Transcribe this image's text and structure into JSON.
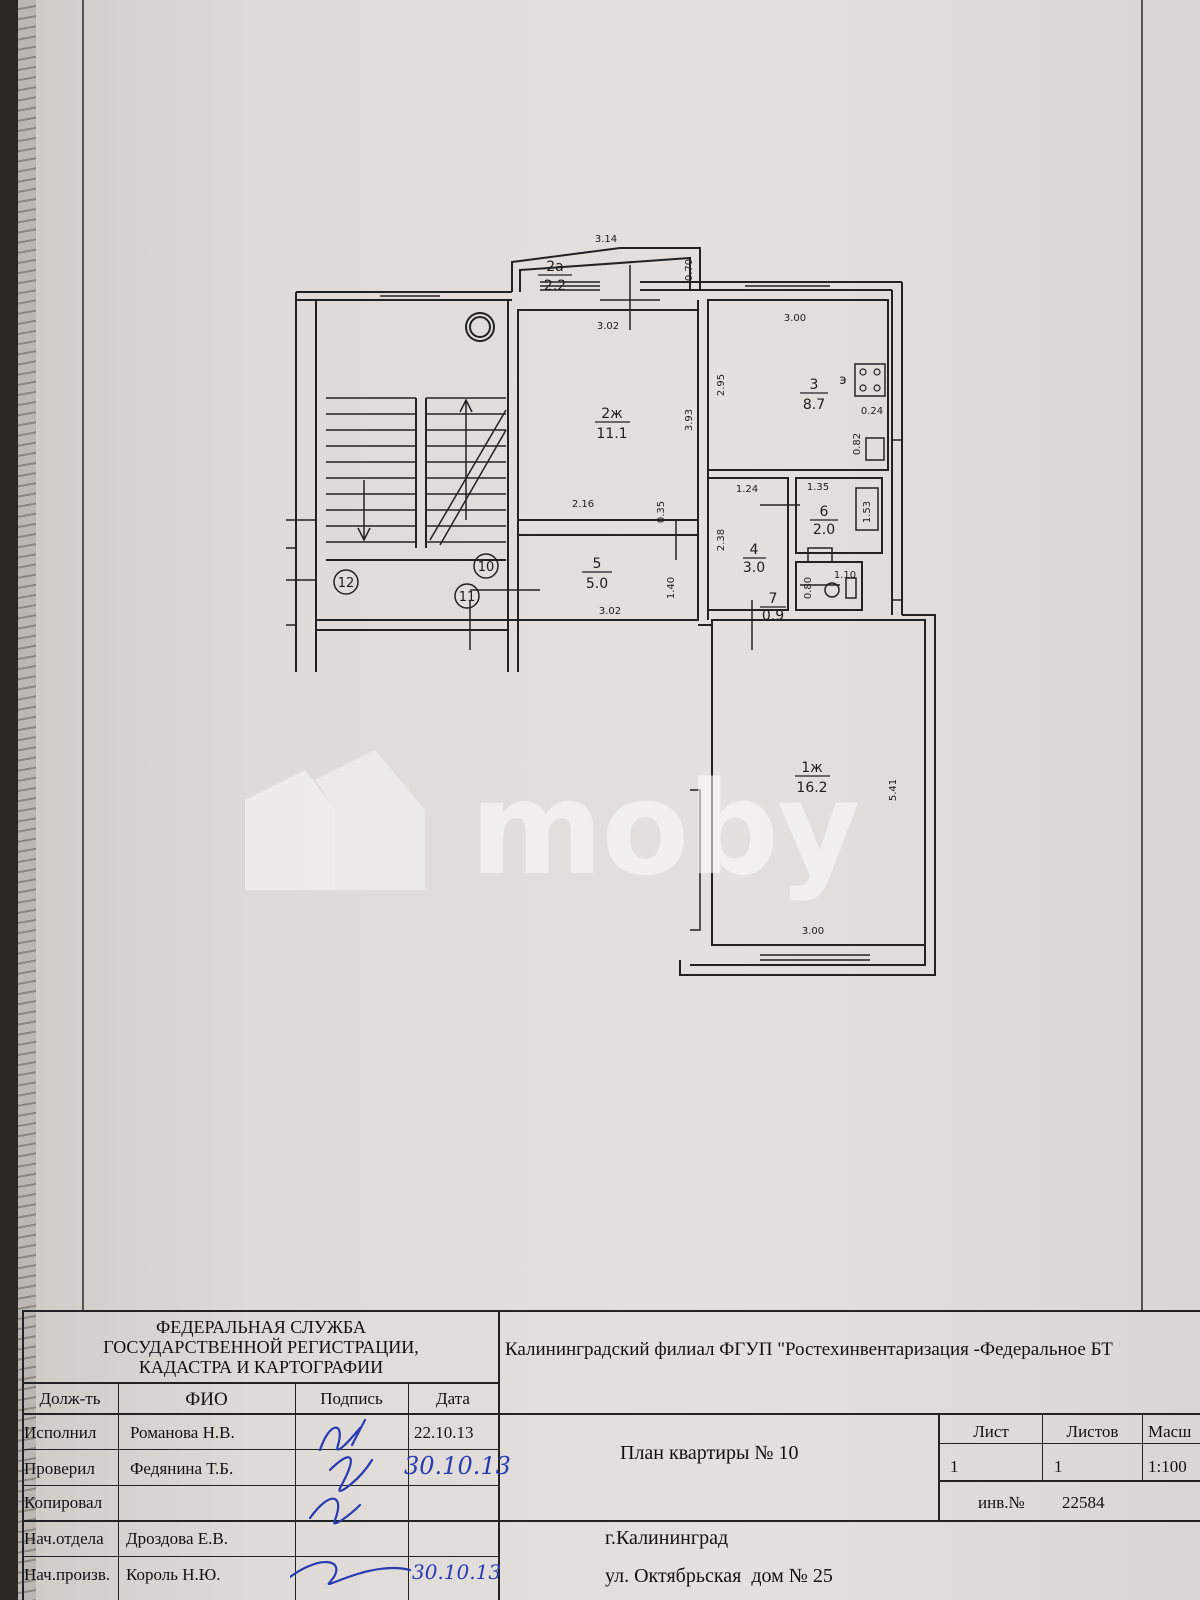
{
  "plan": {
    "rooms": [
      {
        "id": "2a",
        "label": "2а",
        "area": "2.2"
      },
      {
        "id": "2",
        "label": "2ж",
        "area": "11.1"
      },
      {
        "id": "3",
        "label": "3",
        "area": "8.7"
      },
      {
        "id": "4",
        "label": "4",
        "area": "3.0"
      },
      {
        "id": "5",
        "label": "5",
        "area": "5.0"
      },
      {
        "id": "6",
        "label": "6",
        "area": "2.0"
      },
      {
        "id": "7",
        "label": "7",
        "area": "0.9"
      },
      {
        "id": "1",
        "label": "1ж",
        "area": "16.2"
      }
    ],
    "dims": [
      "3.14",
      "0.70",
      "3.02",
      "3.00",
      "3.93",
      "2.95",
      "0.24",
      "0.82",
      "2.16",
      "0.35",
      "1.24",
      "1.35",
      "1.53",
      "2.38",
      "1.40",
      "3.02",
      "0.80",
      "1.10",
      "5.41",
      "3.00"
    ],
    "axis_marks": [
      "12",
      "10",
      "11"
    ],
    "stove_symbol": "э"
  },
  "watermark": {
    "text": "moby"
  },
  "title_block": {
    "agency": [
      "ФЕДЕРАЛЬНАЯ СЛУЖБА",
      "ГОСУДАРСТВЕННОЙ РЕГИСТРАЦИИ,",
      "КАДАСТРА И КАРТОГРАФИИ"
    ],
    "organization": "Калининградский филиал ФГУП \"Ростехинвентаризация -Федеральное БТ",
    "headers": {
      "role": "Долж-ть",
      "name": "ФИО",
      "signature": "Подпись",
      "date": "Дата"
    },
    "staff": [
      {
        "role": "Исполнил",
        "name": "Романова Н.В.",
        "date": "22.10.13"
      },
      {
        "role": "Проверил",
        "name": "Федянина Т.Б.",
        "date": ""
      },
      {
        "role": "Копировал",
        "name": "",
        "date": ""
      },
      {
        "role": "Нач.отдела",
        "name": "Дроздова Е.В.",
        "date": ""
      },
      {
        "role": "Нач.произв.",
        "name": "Король Н.Ю.",
        "date": ""
      }
    ],
    "handwritten": {
      "date2": "30.10.13",
      "date5": "30.10.13"
    },
    "document_title": "План квартиры № 10",
    "sheet": {
      "sheet_label": "Лист",
      "sheets_label": "Листов",
      "scale_label": "Масш",
      "sheet": "1",
      "sheets": "1",
      "scale": "1:100"
    },
    "inventory": {
      "label": "инв.№",
      "number": "22584"
    },
    "city": "г.Калининград",
    "street": "ул. Октябрьская  дом № 25"
  }
}
